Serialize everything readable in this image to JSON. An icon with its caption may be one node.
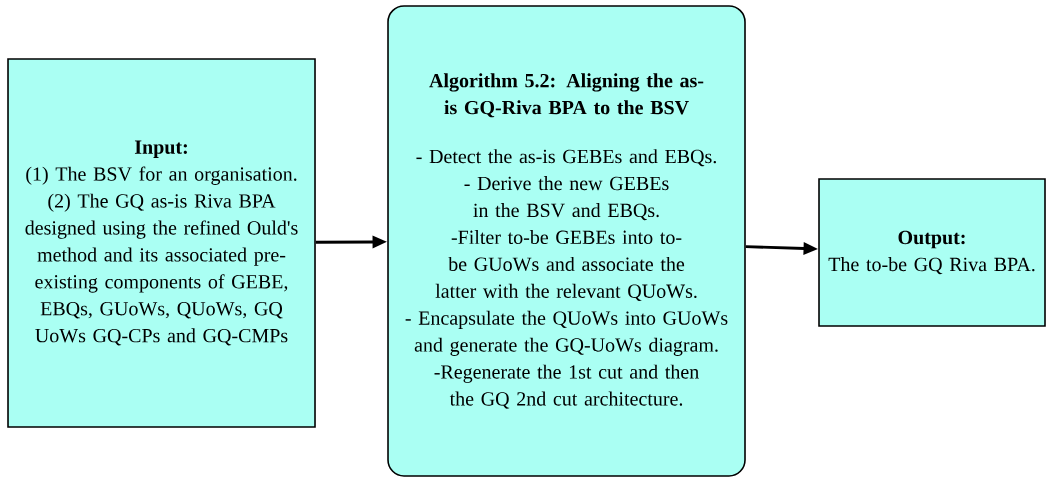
{
  "diagram": {
    "nodes": [
      {
        "text": [
          "Input:",
          "(1) The BSV for an organisation.",
          "(2) The GQ as-is Riva BPA designed using the refined Ould's method and its associated pre-existing components of GEBE, EBQs, GUoWs, QUoWs, GQ UoWs GQ-CPs and GQ-CMPs"
        ]
      },
      {
        "text": [
          "Algorithm 5.2: Aligning the as-is GQ-Riva BPA to the BSV",
          "- Detect the as-is GEBEs and EBQs.",
          "- Derive the new GEBEs in the BSV and EBQs.",
          "-Filter to-be GEBEs into to-be GUoWs and associate the latter with the relevant QUoWs.",
          "- Encapsulate the QUoWs into GUoWs and generate the GQ-UoWs diagram.",
          "-Regenerate the 1st cut and then the GQ 2nd cut architecture."
        ]
      },
      {
        "text": [
          "Output:",
          "The to-be GQ Riva BPA."
        ]
      }
    ],
    "edges": [
      {
        "from": 0,
        "to": 1,
        "arrow": "to"
      },
      {
        "from": 1,
        "to": 2,
        "arrow": "to"
      }
    ]
  }
}
